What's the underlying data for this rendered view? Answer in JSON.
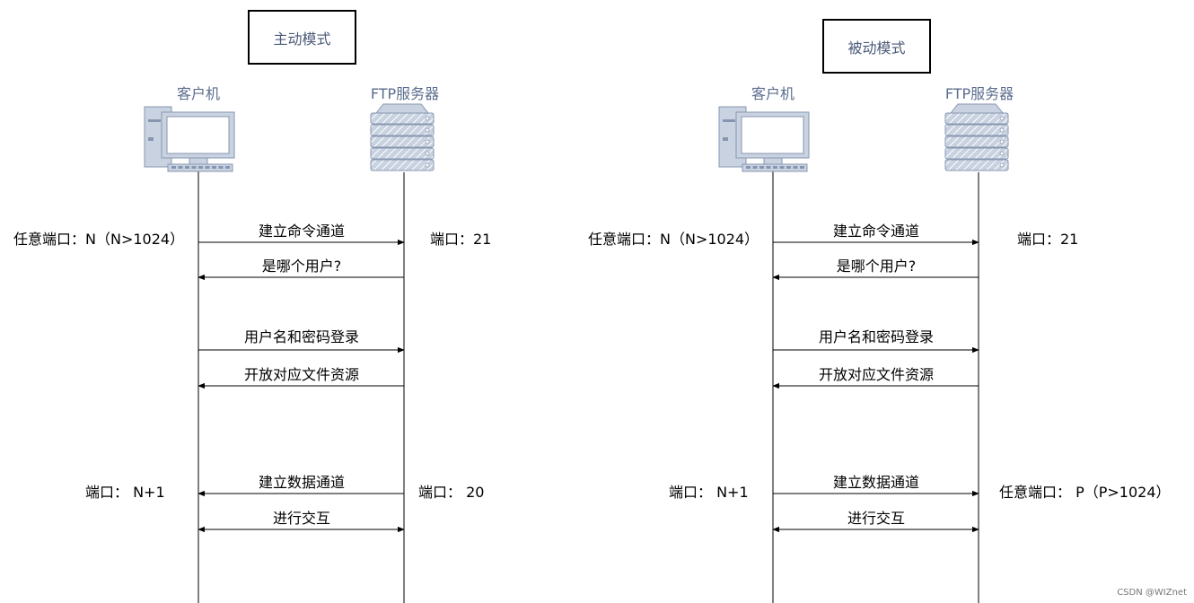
{
  "watermark": "CSDN @WIZnet",
  "panels": [
    {
      "title": "主动模式",
      "client_label": "客户机",
      "server_label": "FTP服务器",
      "messages": [
        {
          "text": "建立命令通道",
          "direction": "to-server",
          "left_port": "任意端口：N（N>1024）",
          "right_port": "端口：21"
        },
        {
          "text": "是哪个用户?",
          "direction": "to-client"
        },
        {
          "text": "用户名和密码登录",
          "direction": "to-server"
        },
        {
          "text": "开放对应文件资源",
          "direction": "to-client"
        },
        {
          "text": "建立数据通道",
          "direction": "to-client",
          "left_port": "端口：  N+1",
          "right_port": "端口：  20"
        },
        {
          "text": "进行交互",
          "direction": "both"
        }
      ]
    },
    {
      "title": "被动模式",
      "client_label": "客户机",
      "server_label": "FTP服务器",
      "messages": [
        {
          "text": "建立命令通道",
          "direction": "to-server",
          "left_port": "任意端口：N（N>1024）",
          "right_port": "端口：21"
        },
        {
          "text": "是哪个用户?",
          "direction": "to-client"
        },
        {
          "text": "用户名和密码登录",
          "direction": "to-server"
        },
        {
          "text": "开放对应文件资源",
          "direction": "to-client"
        },
        {
          "text": "建立数据通道",
          "direction": "to-server",
          "left_port": "端口：  N+1",
          "right_port": "任意端口：  P（P>1024）"
        },
        {
          "text": "进行交互",
          "direction": "both"
        }
      ]
    }
  ]
}
